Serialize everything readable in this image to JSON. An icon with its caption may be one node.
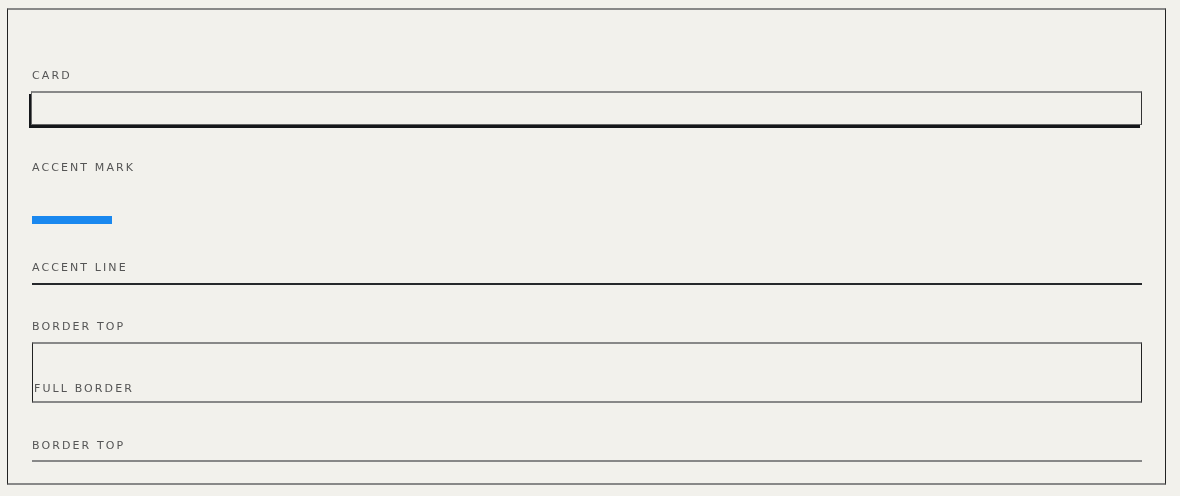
{
  "diagram": {
    "nodes": [
      {
        "text": [],
        "shape": "box"
      },
      {
        "text": [
          "FULL BORDER"
        ]
      }
    ],
    "labels": [
      "CARD",
      "ACCENT MARK",
      "ACCENT LINE",
      "BORDER TOP",
      "BORDER TOP"
    ]
  }
}
